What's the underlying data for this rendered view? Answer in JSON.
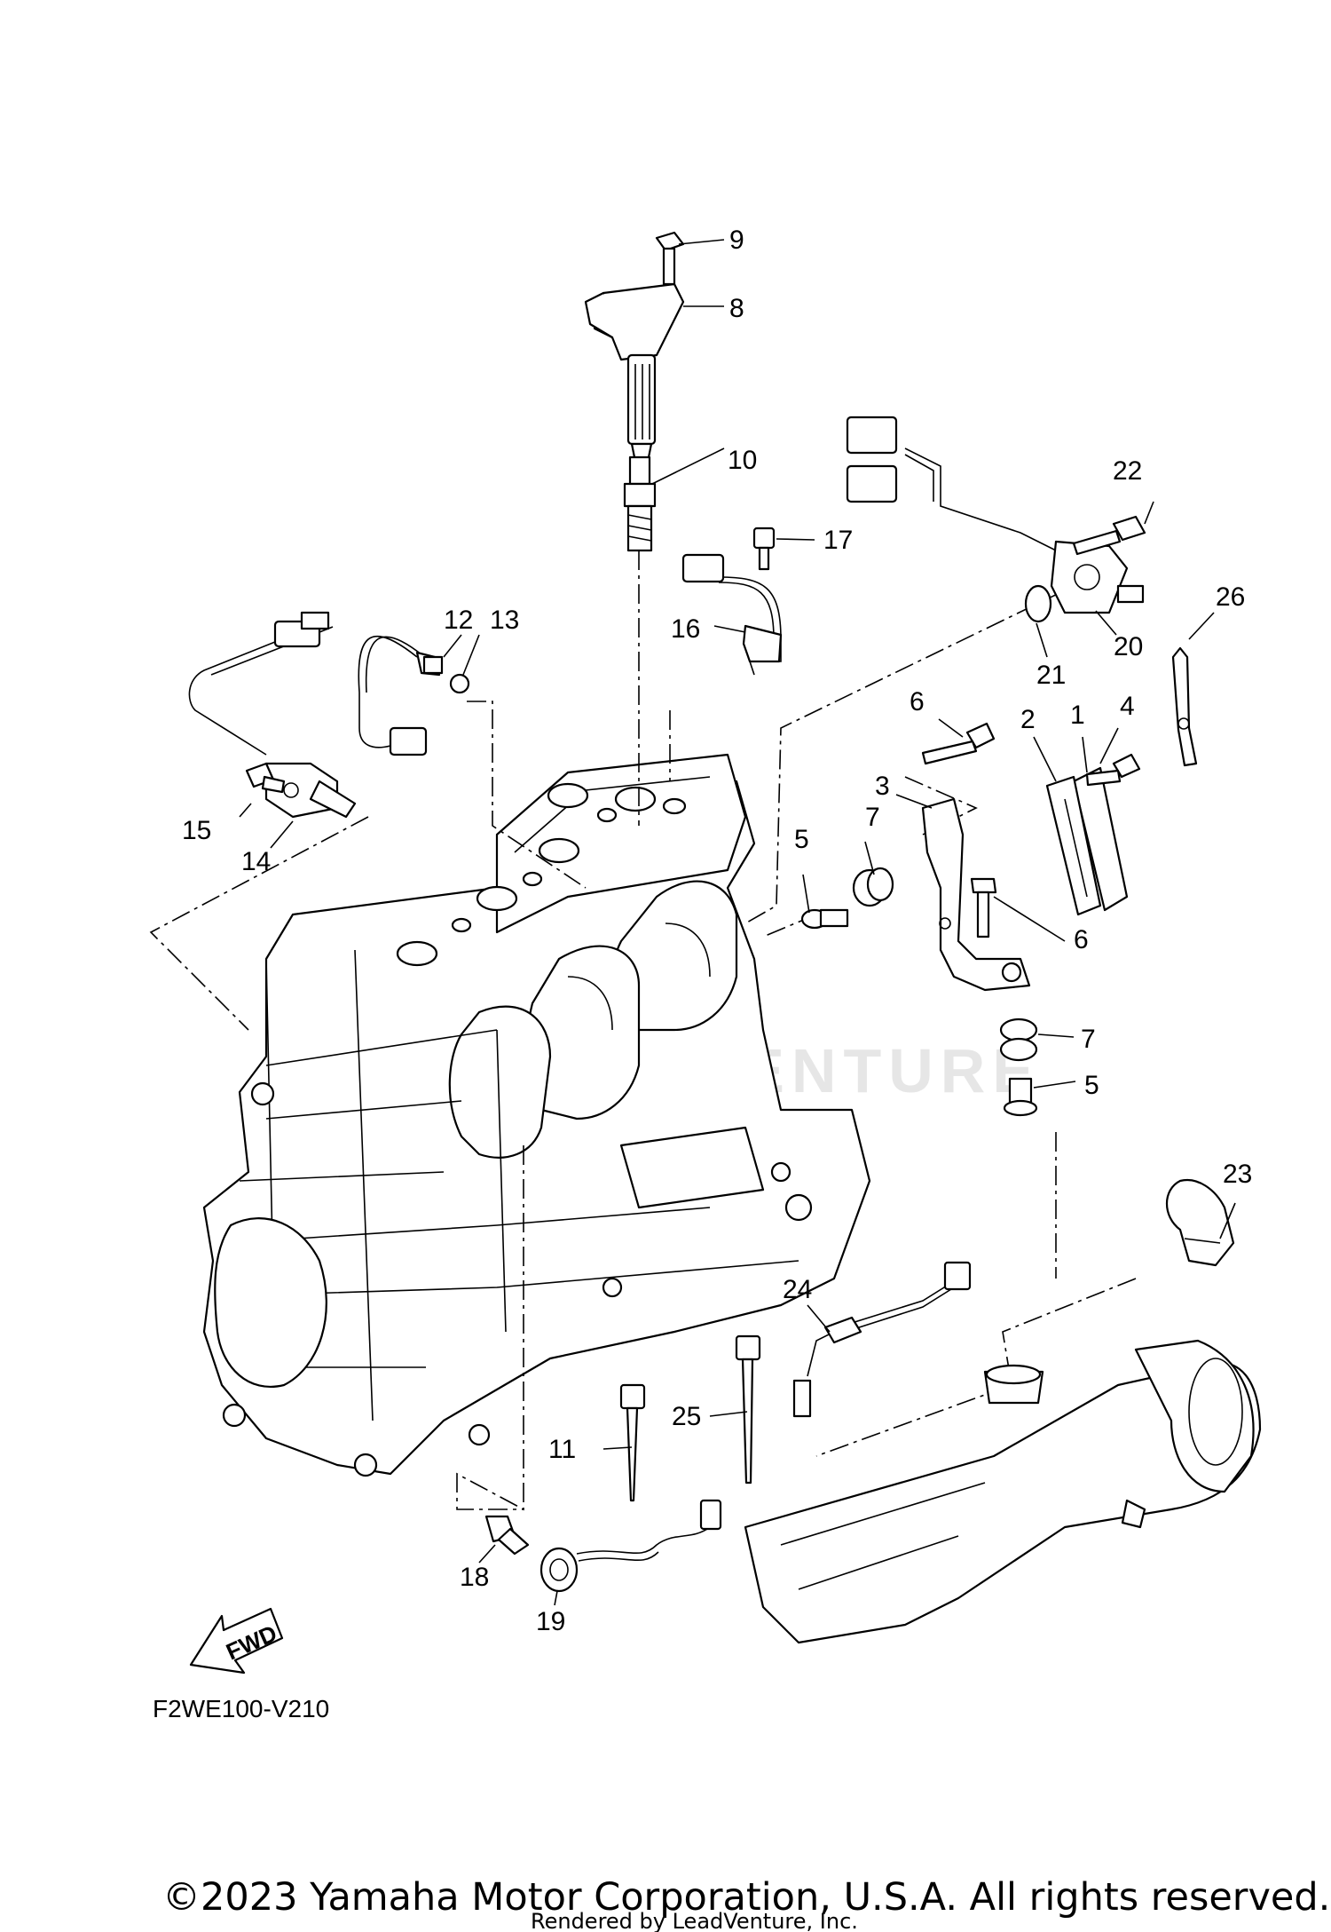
{
  "diagram": {
    "callouts": [
      {
        "id": "c1",
        "label": "1"
      },
      {
        "id": "c2",
        "label": "2"
      },
      {
        "id": "c3",
        "label": "3"
      },
      {
        "id": "c4",
        "label": "4"
      },
      {
        "id": "c5a",
        "label": "5"
      },
      {
        "id": "c5b",
        "label": "5"
      },
      {
        "id": "c6a",
        "label": "6"
      },
      {
        "id": "c6b",
        "label": "6"
      },
      {
        "id": "c7a",
        "label": "7"
      },
      {
        "id": "c7b",
        "label": "7"
      },
      {
        "id": "c8",
        "label": "8"
      },
      {
        "id": "c9",
        "label": "9"
      },
      {
        "id": "c10",
        "label": "10"
      },
      {
        "id": "c11",
        "label": "11"
      },
      {
        "id": "c12",
        "label": "12"
      },
      {
        "id": "c13",
        "label": "13"
      },
      {
        "id": "c14",
        "label": "14"
      },
      {
        "id": "c15",
        "label": "15"
      },
      {
        "id": "c16",
        "label": "16"
      },
      {
        "id": "c17",
        "label": "17"
      },
      {
        "id": "c18",
        "label": "18"
      },
      {
        "id": "c19",
        "label": "19"
      },
      {
        "id": "c20",
        "label": "20"
      },
      {
        "id": "c21",
        "label": "21"
      },
      {
        "id": "c22",
        "label": "22"
      },
      {
        "id": "c23",
        "label": "23"
      },
      {
        "id": "c24",
        "label": "24"
      },
      {
        "id": "c25",
        "label": "25"
      },
      {
        "id": "c26",
        "label": "26"
      }
    ],
    "fwd_label": "FWD",
    "diagram_code": "F2WE100-V210",
    "watermark": "LEADVENTURE",
    "copyright": "©2023 Yamaha Motor Corporation, U.S.A. All rights reserved.",
    "rendered_by": "Rendered by LeadVenture, Inc."
  }
}
